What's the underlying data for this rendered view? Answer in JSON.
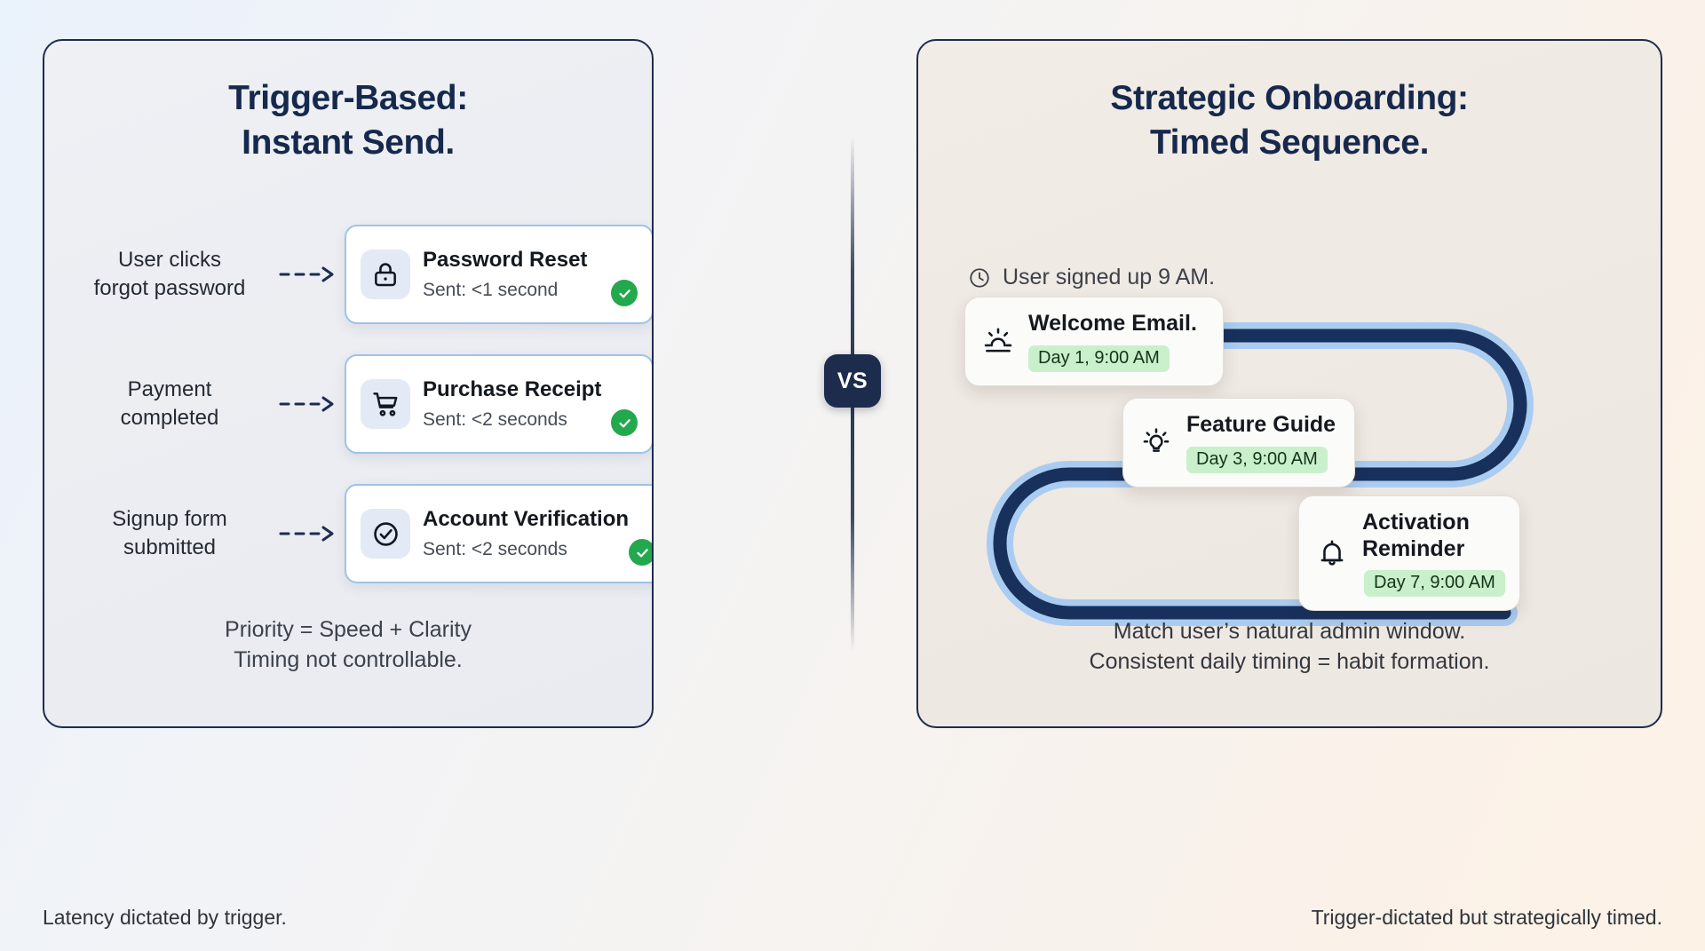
{
  "left_panel": {
    "title_line1": "Trigger-Based:",
    "title_line2": "Instant Send.",
    "rows": [
      {
        "trigger_label": "User clicks\nforgot password",
        "icon": "lock-icon",
        "email_title": "Password Reset",
        "email_status": "Sent: <1 second",
        "status_icon": "check-circle-icon"
      },
      {
        "trigger_label": "Payment\ncompleted",
        "icon": "shopping-cart-icon",
        "email_title": "Purchase Receipt",
        "email_status": "Sent: <2 seconds",
        "status_icon": "check-circle-icon"
      },
      {
        "trigger_label": "Signup form\nsubmitted",
        "icon": "check-circle-outline-icon",
        "email_title": "Account Verification",
        "email_status": "Sent: <2 seconds",
        "status_icon": "check-circle-icon"
      }
    ],
    "footnote_line1": "Priority = Speed + Clarity",
    "footnote_line2": "Timing not controllable."
  },
  "divider": {
    "badge_label": "VS"
  },
  "right_panel": {
    "title_line1": "Strategic Onboarding:",
    "title_line2": "Timed Sequence.",
    "signup_note": "User signed up 9 AM.",
    "signup_note_icon": "clock-icon",
    "sequence": [
      {
        "icon": "sunrise-icon",
        "title": "Welcome Email.",
        "pill": "Day 1, 9:00 AM"
      },
      {
        "icon": "lightbulb-icon",
        "title": "Feature Guide",
        "pill": "Day 3, 9:00 AM"
      },
      {
        "icon": "bell-icon",
        "title": "Activation\nReminder",
        "pill": "Day 7, 9:00 AM"
      }
    ],
    "footnote_line1": "Match user’s natural admin window.",
    "footnote_line2": "Consistent daily timing = habit formation."
  },
  "footer": {
    "left_caption": "Latency dictated by trigger.",
    "right_caption": "Trigger-dictated but strategically timed."
  },
  "colors": {
    "navy": "#1d2c4d",
    "card_border_blue": "#9fc2e8",
    "icon_tile_blue": "#e3eaf6",
    "check_green": "#23a94d",
    "pill_green": "#c9f0ca",
    "path_dark": "#18305c",
    "path_light": "#aaccf0"
  }
}
